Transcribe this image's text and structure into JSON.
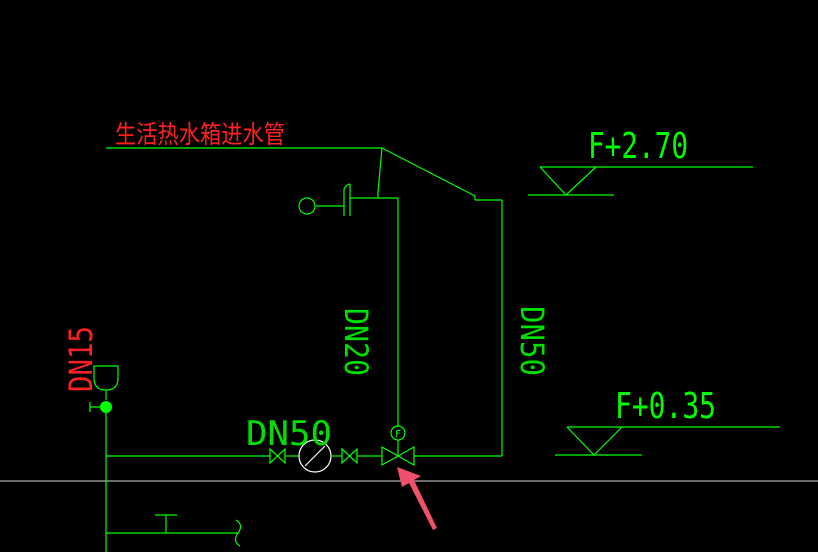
{
  "labels": {
    "pipe_title": "生活热水箱进水管",
    "level_upper": "F+2.70",
    "level_lower": "F+0.35",
    "dn20": "DN20",
    "dn50_vertical": "DN50",
    "dn50_horizontal": "DN50",
    "dn15": "DN15",
    "flow_symbol": "F"
  },
  "colors": {
    "pipe": "#00ff00",
    "text_red": "#ff2020",
    "text_green": "#00e000",
    "white_line": "#d8d8d8",
    "arrow": "#f0506a",
    "background": "#000000"
  }
}
